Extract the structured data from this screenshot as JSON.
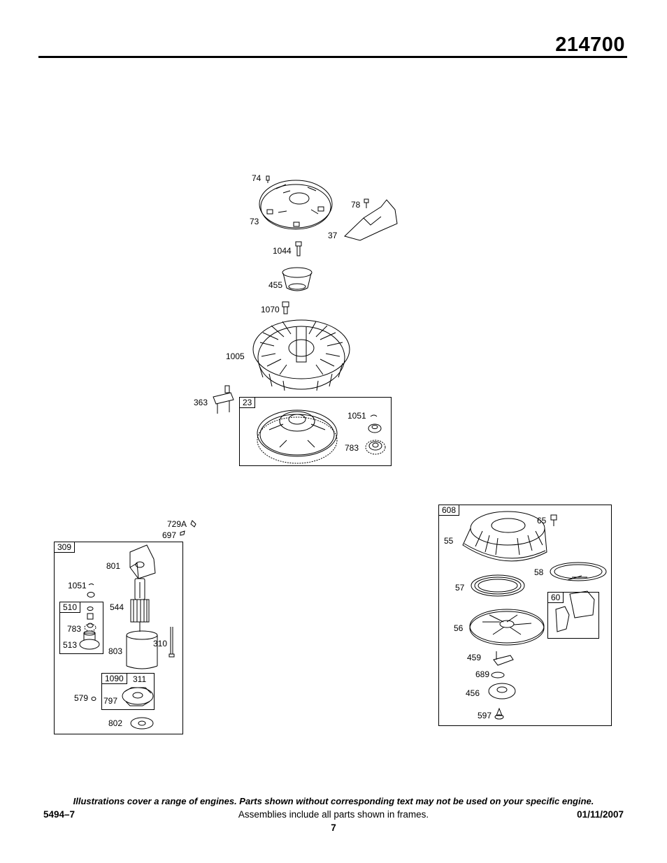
{
  "header": {
    "model_number": "214700"
  },
  "flywheel_group": {
    "labels": [
      "74",
      "73",
      "78",
      "37",
      "1044",
      "455",
      "1070",
      "1005",
      "363",
      "1051",
      "783"
    ],
    "frame_tag": "23"
  },
  "starter_group": {
    "labels": [
      "729A",
      "697",
      "801",
      "1051",
      "544",
      "783",
      "513",
      "803",
      "310",
      "311",
      "579",
      "797",
      "802"
    ],
    "frame_tag": "309",
    "subframe_tags": [
      "510",
      "1090"
    ]
  },
  "rewind_group": {
    "labels": [
      "65",
      "55",
      "58",
      "57",
      "56",
      "459",
      "689",
      "456",
      "597"
    ],
    "frame_tag": "608",
    "subframe_tag": "60"
  },
  "footer": {
    "disclaimer": "Illustrations cover a range of engines. Parts shown without corresponding text may not be used on your specific engine.",
    "doc_number": "5494–7",
    "frames_note": "Assemblies include all parts shown in frames.",
    "date": "01/11/2007",
    "page_number": "7"
  }
}
